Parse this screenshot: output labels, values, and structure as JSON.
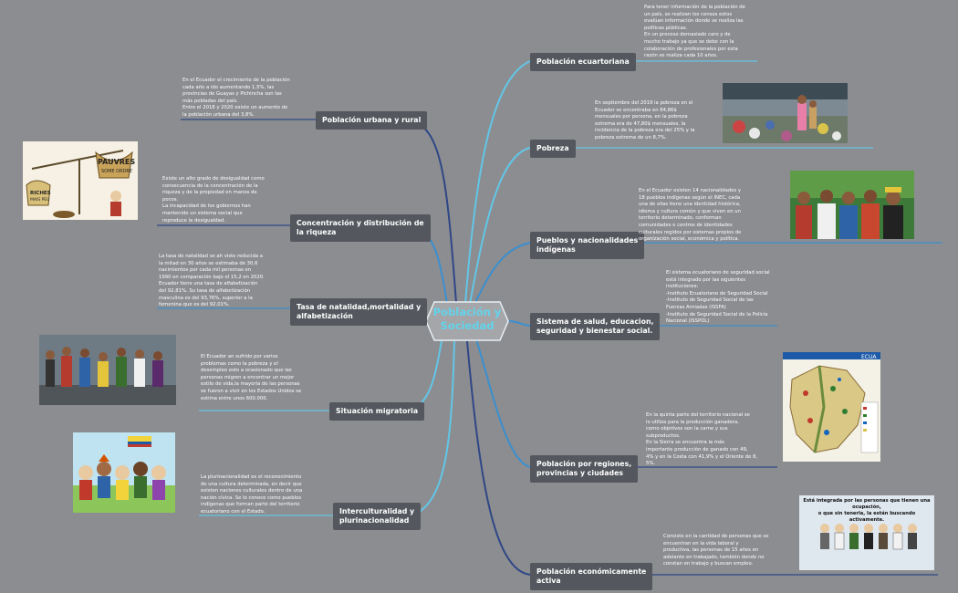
{
  "central_topic": [
    "Población y",
    "Sociedad"
  ],
  "branches": {
    "poblacion_ecuatoriana": {
      "label": [
        "Población ecuartoriana"
      ],
      "note": [
        "Para tener información de la población de",
        "un país, se realizan los censos estos",
        "evalúan información donde se realiza las",
        "políticas públicas.",
        "En un proceso demasiado caro y de",
        "mucho trabajo ya que se debe con la",
        "colaboración de profesionales por esta",
        "razón se realiza cada 10 años."
      ]
    },
    "poblacion_urbana": {
      "label": [
        "Población urbana y rural"
      ],
      "note": [
        "En el Ecuador el crecimiento de la población",
        "cada año a ido aumentando 1,5%, las",
        "provincias de Guayas y Pichincha son las",
        "más pobladas del país.",
        "Entre el 2018 y 2020 existe un aumento de",
        "la población urbana del 3,8%."
      ]
    },
    "pobreza": {
      "label": [
        "Pobreza"
      ],
      "note": [
        "En septiembre del 2019 la pobreza en el",
        "Ecuador se encontraba en 84,86$",
        "mensuales por persona, en la pobreza",
        "extrema era de 47,80$ mensuales, la",
        "incidencia de la pobreza era del 25% y la",
        "pobreza extrema de un 8,7%."
      ]
    },
    "concentracion": {
      "label": [
        "Concentración y distribución de",
        "la riqueza"
      ],
      "note": [
        "Existe un alto grado de desigualdad como",
        "consecuencia de la concentración de la",
        "riqueza y de la propiedad en manos de",
        "pocos.",
        "La incapacidad de los gobiernos han",
        "mantenido un sistema social que",
        "reproduce la desigualdad."
      ],
      "image_text": [
        "PAUVRES",
        "SOME ORDRE",
        "RICHES",
        "MAIS PEU"
      ]
    },
    "pueblos": {
      "label": [
        "Pueblos y nacionalidades",
        "indígenas"
      ],
      "note": [
        "En el Ecuador existen 14 nacionalidades y",
        "18 pueblos indígenas según el INEC, cada",
        "una de ellas tiene una identidad histórica,",
        "idioma y cultura común y que viven en un",
        "territorio determinado, conforman",
        "comunidades o centros de identidades",
        "culturales regidos por sistemas propios de",
        "organización social, económica y política."
      ]
    },
    "natalidad": {
      "label": [
        "Tasa de natalidad,mortalidad y",
        "alfabetización"
      ],
      "note": [
        "La tasa de natalidad se ah visto reducida a",
        "la mitad en 30 años se estimaba de 30,6",
        "nacimientos por cada mil personas en",
        "1990 en comparación bajo el 15,2 en 2020.",
        "Ecuador tiene una tasa de alfabetización",
        "del 92,81%. Su tasa de alfabetización",
        "masculina es del 93,76%, superior a la",
        "femenina que es del 92,01%."
      ]
    },
    "salud": {
      "label": [
        "Sistema de salud, educacion,",
        "seguridad y bienestar social."
      ],
      "note": [
        "El sistema ecuatoriano de seguridad social",
        "está integrado por las siguientes",
        "instituciones:",
        "-Instituto Ecuatoriano de Seguridad Social",
        "-Instituto de Seguridad Social de las",
        "Fuerzas Armadas (ISSFA)",
        "-Instituto de Seguridad Social de la Policía",
        "Nacional (ISSPOL)"
      ]
    },
    "migratoria": {
      "label": [
        "Situación migratoria"
      ],
      "note": [
        "El Ecuador an sufrido por varios",
        "problemas como la pobreza y el",
        "desempleo esto a ocasionado que las",
        "personas migren a encontrar un mejor",
        "estilo de vida,la mayoría de las personas",
        "se fueron a vivir en los Estados Unidos se",
        "estima entre unos 600.000."
      ]
    },
    "regiones": {
      "label": [
        "Población por regiones,",
        "provincias y ciudades"
      ],
      "note": [
        "En la quinta parte del territorio nacional se",
        "lo utiliza para la producción ganadera,",
        "como objetivos son la carne y sus",
        "subproductos.",
        "En la Sierra se encuentra la más",
        "importante producción de ganado con 49,",
        "4% y en la Costa con 41,9% y el Oriente de 8,",
        "5%."
      ],
      "image_text": [
        "ECUA"
      ]
    },
    "interculturalidad": {
      "label": [
        "Interculturalidad y",
        "plurinacionalidad"
      ],
      "note": [
        "La plurinacionalidad es el reconocimiento",
        "de una cultura determinada, en decir que",
        "existen naciones culturales dentro de una",
        "nación cívica. Se lo conoce como pueblos",
        "indígenas que forman parte del territorio",
        "ecuatoriano con el Estado."
      ]
    },
    "economica": {
      "label": [
        "Población económicamente",
        "activa"
      ],
      "note": [
        "Consiste en la cantidad de personas que se",
        "encuentran en la vida laboral y",
        "productiva, las personas de 15 años en",
        "adelante en trabajado, también donde no",
        "constan en trabajo y buscan empleo."
      ],
      "image_text": [
        "Está integrada por las personas que tienen una ocupación,",
        "o que sin tenerla, la están buscando activamente."
      ]
    }
  },
  "colors": {
    "background": "#8c8d90",
    "node": "#54575e",
    "center_text": "#63d3ea",
    "link_light": "#62c6e7",
    "link_mid": "#3a8fd0",
    "link_dark": "#2f4787"
  }
}
